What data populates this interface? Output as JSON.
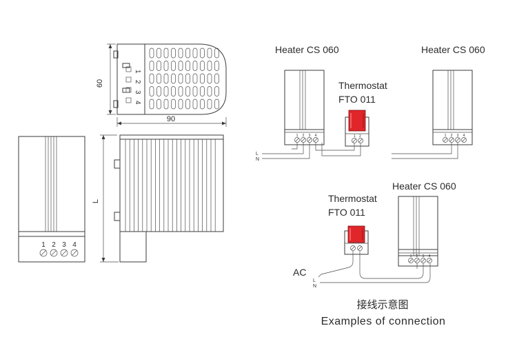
{
  "dimensions": {
    "width_label": "90",
    "height_label": "60",
    "length_label": "L"
  },
  "terminals": [
    "1",
    "2",
    "3",
    "4"
  ],
  "connection_1": {
    "heater_title": "Heater CS 060",
    "thermostat_title": "Thermostat",
    "thermostat_model": "FTO 011",
    "line_L": "L",
    "line_N": "N"
  },
  "connection_2": {
    "heater_title": "Heater CS 060"
  },
  "connection_3": {
    "heater_title": "Heater CS 060",
    "thermostat_title": "Thermostat",
    "thermostat_model": "FTO 011",
    "ac_label": "AC",
    "line_L": "L",
    "line_N": "N"
  },
  "caption": {
    "chinese": "接线示意图",
    "english": "Examples of connection"
  },
  "colors": {
    "thermostat_red": "#e0262b",
    "line": "#3a3a3a"
  }
}
